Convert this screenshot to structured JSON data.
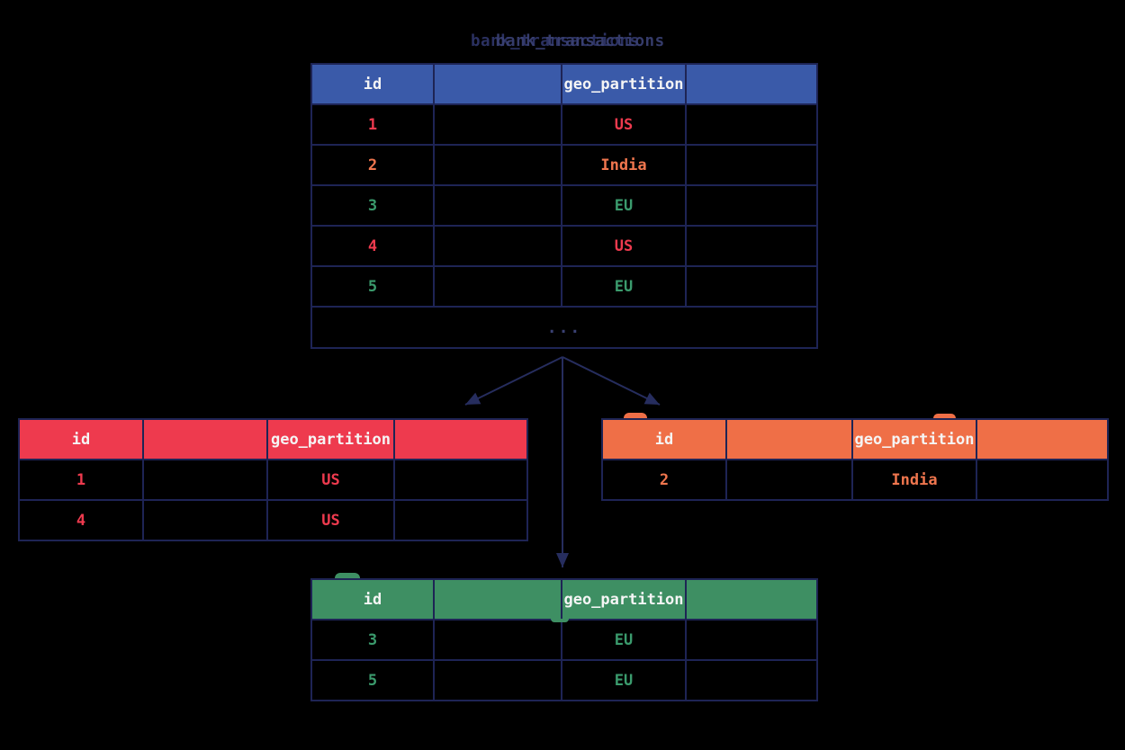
{
  "title": {
    "text": "bank_transactions",
    "shadow_text": "bank_transactions"
  },
  "colors": {
    "background": "#000000",
    "border_navy": "#1e2455",
    "arrow_navy": "#262d5e",
    "header_blue": "#3a5aa9",
    "red": "#ee3a4e",
    "orange": "#ef6f47",
    "green": "#3e8f63",
    "text_red": "#ee3a4e",
    "text_orange": "#f0764e",
    "text_green": "#3b9b6d",
    "header_text": "#f5f5f5",
    "title_navy": "#2b3161",
    "title_navy_light": "#3a4173"
  },
  "tables": {
    "main": {
      "name": "bank_transactions",
      "columns": [
        "id",
        "",
        "geo_partition",
        ""
      ],
      "rows": [
        {
          "id": "1",
          "geo_partition": "US"
        },
        {
          "id": "2",
          "geo_partition": "India"
        },
        {
          "id": "3",
          "geo_partition": "EU"
        },
        {
          "id": "4",
          "geo_partition": "US"
        },
        {
          "id": "5",
          "geo_partition": "EU"
        }
      ],
      "ellipsis_label": "..."
    },
    "us_partition": {
      "columns": [
        "id",
        "",
        "geo_partition",
        ""
      ],
      "rows": [
        {
          "id": "1",
          "geo_partition": "US"
        },
        {
          "id": "4",
          "geo_partition": "US"
        }
      ]
    },
    "india_partition": {
      "columns": [
        "id",
        "",
        "geo_partition",
        ""
      ],
      "rows": [
        {
          "id": "2",
          "geo_partition": "India"
        }
      ]
    },
    "eu_partition": {
      "columns": [
        "id",
        "",
        "geo_partition",
        ""
      ],
      "rows": [
        {
          "id": "3",
          "geo_partition": "EU"
        },
        {
          "id": "5",
          "geo_partition": "EU"
        }
      ]
    }
  }
}
